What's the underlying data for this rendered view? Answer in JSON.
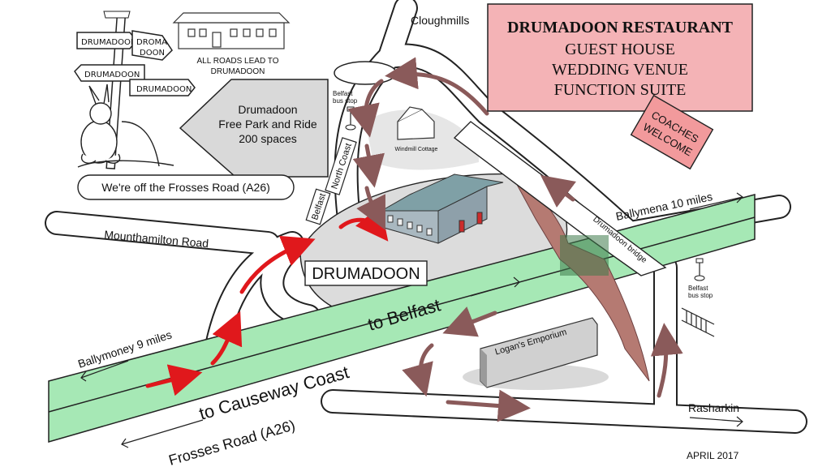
{
  "header": {
    "lines": [
      "DRUMADOON RESTAURANT",
      "GUEST HOUSE",
      "WEDDING VENUE",
      "FUNCTION SUITE"
    ],
    "box_color": "#f4b3b6"
  },
  "coaches_badge": {
    "line1": "COACHES",
    "line2": "WELCOME",
    "color": "#f29a9c"
  },
  "signpost": {
    "signs": [
      "DRUMADOON",
      "DROMA",
      "DOON",
      "DRUMADOON",
      "DRUMADOON"
    ],
    "caption_line1": "ALL ROADS LEAD TO",
    "caption_line2": "DRUMADOON"
  },
  "park_ride": {
    "line1": "Drumadoon",
    "line2": "Free Park and Ride",
    "line3": "200 spaces",
    "fill": "#d9d9d9"
  },
  "off_road_note": "We're off the Frosses Road (A26)",
  "bus_stops": {
    "upper": {
      "line1": "Belfast",
      "line2": "bus stop"
    },
    "lower": {
      "line1": "Belfast",
      "line2": "bus stop"
    }
  },
  "roadside_signs": [
    "North Coast",
    "Belfast"
  ],
  "place_labels": {
    "windmill": "Windmill Cottage",
    "main": "DRUMADOON",
    "emporium": "Logan's Emporium",
    "bridge": "Drumadoon bridge"
  },
  "roads": {
    "cloughmills": "Cloughmills",
    "mounthamilton": "Mounthamilton Road",
    "ballymena": "Ballymena 10 miles",
    "ballymoney": "Ballymoney 9 miles",
    "rasharkin": "Rasharkin",
    "to_belfast": "to Belfast",
    "to_causeway": "to Causeway Coast",
    "frosses": "Frosses Road (A26)"
  },
  "date_stamp": "APRIL 2017",
  "colors": {
    "dual_carriageway": "#a6e8b5",
    "arrow_red": "#e0181c",
    "arrow_brown": "#8a5a5a",
    "embankment": "#b57a72",
    "ground": "#dcdcdc"
  }
}
